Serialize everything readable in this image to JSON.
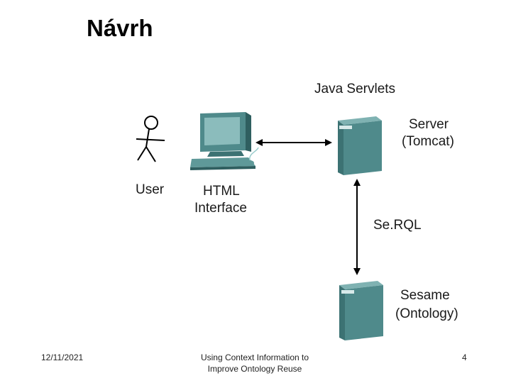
{
  "slide": {
    "title": "Návrh"
  },
  "diagram": {
    "java_servlets_label": "Java Servlets",
    "server_label_line1": "Server",
    "server_label_line2": "(Tomcat)",
    "user_label": "User",
    "html_interface_line1": "HTML",
    "html_interface_line2": "Interface",
    "serql_label": "Se.RQL",
    "sesame_label_line1": "Sesame",
    "sesame_label_line2": "(Ontology)",
    "colors": {
      "device_teal": "#4f8a8b",
      "device_dark": "#2f5f60",
      "device_light": "#7fb2b2",
      "arrow": "#000000"
    }
  },
  "footer": {
    "date": "12/11/2021",
    "caption_line1": "Using Context Information to",
    "caption_line2": "Improve Ontology Reuse",
    "page_number": "4"
  }
}
